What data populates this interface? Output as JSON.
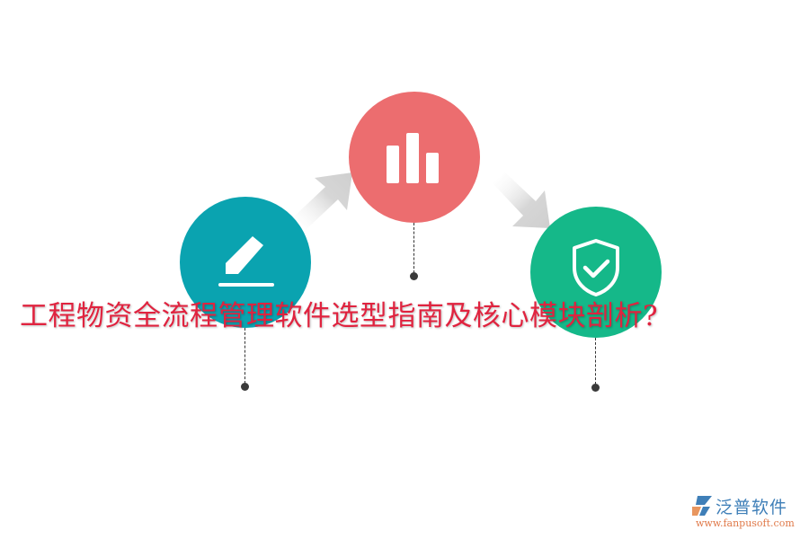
{
  "title": "工程物资全流程管理软件选型指南及核心模块剖析?",
  "steps": [
    {
      "name": "edit",
      "icon": "pencil-icon",
      "color": "#0aa3b0"
    },
    {
      "name": "chart",
      "icon": "bar-chart-icon",
      "color": "#ec6d6f"
    },
    {
      "name": "security",
      "icon": "shield-check-icon",
      "color": "#15b889"
    }
  ],
  "arrows": [
    "arrow-up-right",
    "arrow-down-right"
  ],
  "logo": {
    "name": "泛普软件",
    "url": "www.fanpusoft.com"
  }
}
